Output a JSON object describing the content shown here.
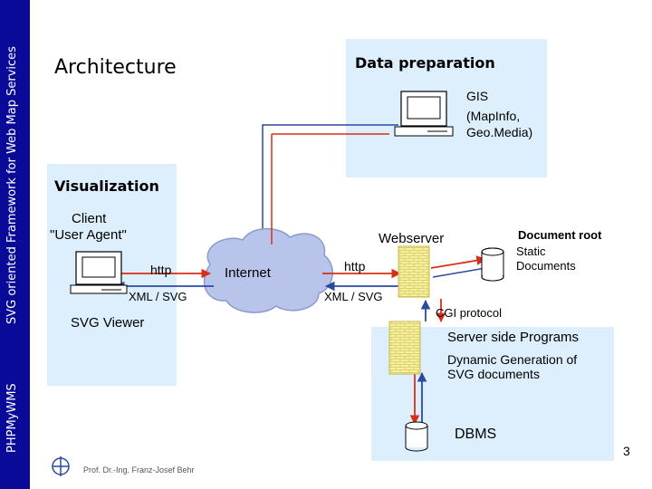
{
  "sidebar": {
    "title": "SVG oriented Framework for Web Map Services",
    "subtitle": "PHPMyWMS"
  },
  "slide": {
    "heading": "Architecture",
    "page_number": "3",
    "footer_author": "Prof. Dr.-Ing. Franz-Josef Behr"
  },
  "data_prep": {
    "title": "Data preparation",
    "gis_label": "GIS",
    "gis_detail_1": "(MapInfo,",
    "gis_detail_2": "Geo.Media)"
  },
  "visualization": {
    "title": "Visualization",
    "client_1": "Client",
    "client_2": "\"User Agent\"",
    "http": "http",
    "xml_svg": "XML / SVG",
    "viewer": "SVG Viewer"
  },
  "network": {
    "internet": "Internet",
    "webserver": "Webserver",
    "http": "http",
    "xml_svg": "XML / SVG",
    "doc_root_title": "Document root",
    "doc_root_1": "Static",
    "doc_root_2": "Documents",
    "cgi": "CGI protocol",
    "ssp_title": "Server side Programs",
    "ssp_1": "Dynamic Generation of",
    "ssp_2": "SVG documents",
    "dbms": "DBMS"
  },
  "colors": {
    "sidebar": "#0a0a99",
    "panel": "#ddeefc",
    "arrow_red": "#d83018",
    "arrow_blue": "#2a4aa0",
    "cloud": "#b8c4ea",
    "brick": "#f4f0a0"
  }
}
